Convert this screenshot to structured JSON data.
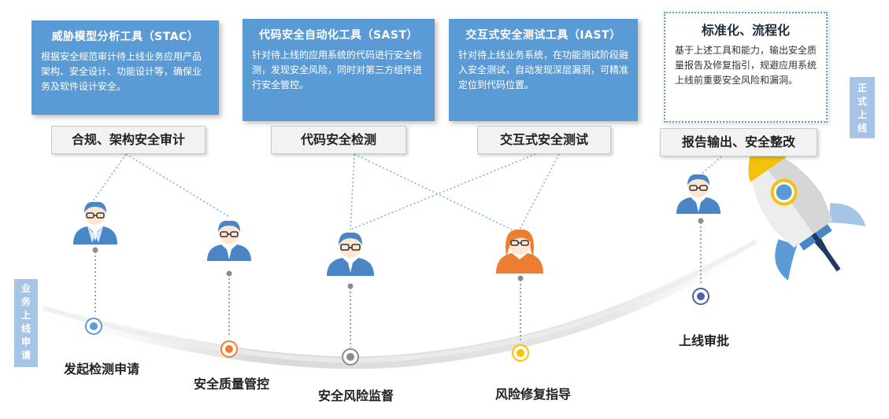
{
  "tools": [
    {
      "title": "威胁模型分析工具（STAC）",
      "desc": "根据安全规范审计待上线业务应用产品架构、安全设计、功能设计等，确保业务及软件设计安全。"
    },
    {
      "title": "代码安全自动化工具（SAST）",
      "desc": "针对待上线的应用系统的代码进行安全检测，发现安全风险，同时对第三方组件进行安全管控。"
    },
    {
      "title": "交互式安全测试工具（IAST）",
      "desc": "针对待上线业务系统，在功能测试阶段融入安全测试，自动发现深层漏洞，可精准定位到代码位置。"
    }
  ],
  "standard": {
    "title": "标准化、流程化",
    "desc": "基于上述工具和能力，输出安全质量报告及修复指引，规避应用系统上线前重要安全风险和漏洞。"
  },
  "labels": [
    "合规、架构安全审计",
    "代码安全检测",
    "交互式安全测试",
    "报告输出、安全整改"
  ],
  "side_left": "业务上线申请",
  "side_right": "正式上线",
  "steps": [
    "发起检测申请",
    "安全质量管控",
    "安全风险监督",
    "风险修复指导",
    "上线审批"
  ],
  "colors": {
    "blue": "#5b9bd5",
    "orange": "#ed7d31",
    "gray": "#8c8c8c",
    "yellow": "#ffc000",
    "navy": "#4f5fa8",
    "person": "#4a86c5",
    "person_orange": "#ed7d31",
    "rocket_yellow": "#f4c20d"
  },
  "icons": [
    "person-icon",
    "rocket-icon"
  ]
}
